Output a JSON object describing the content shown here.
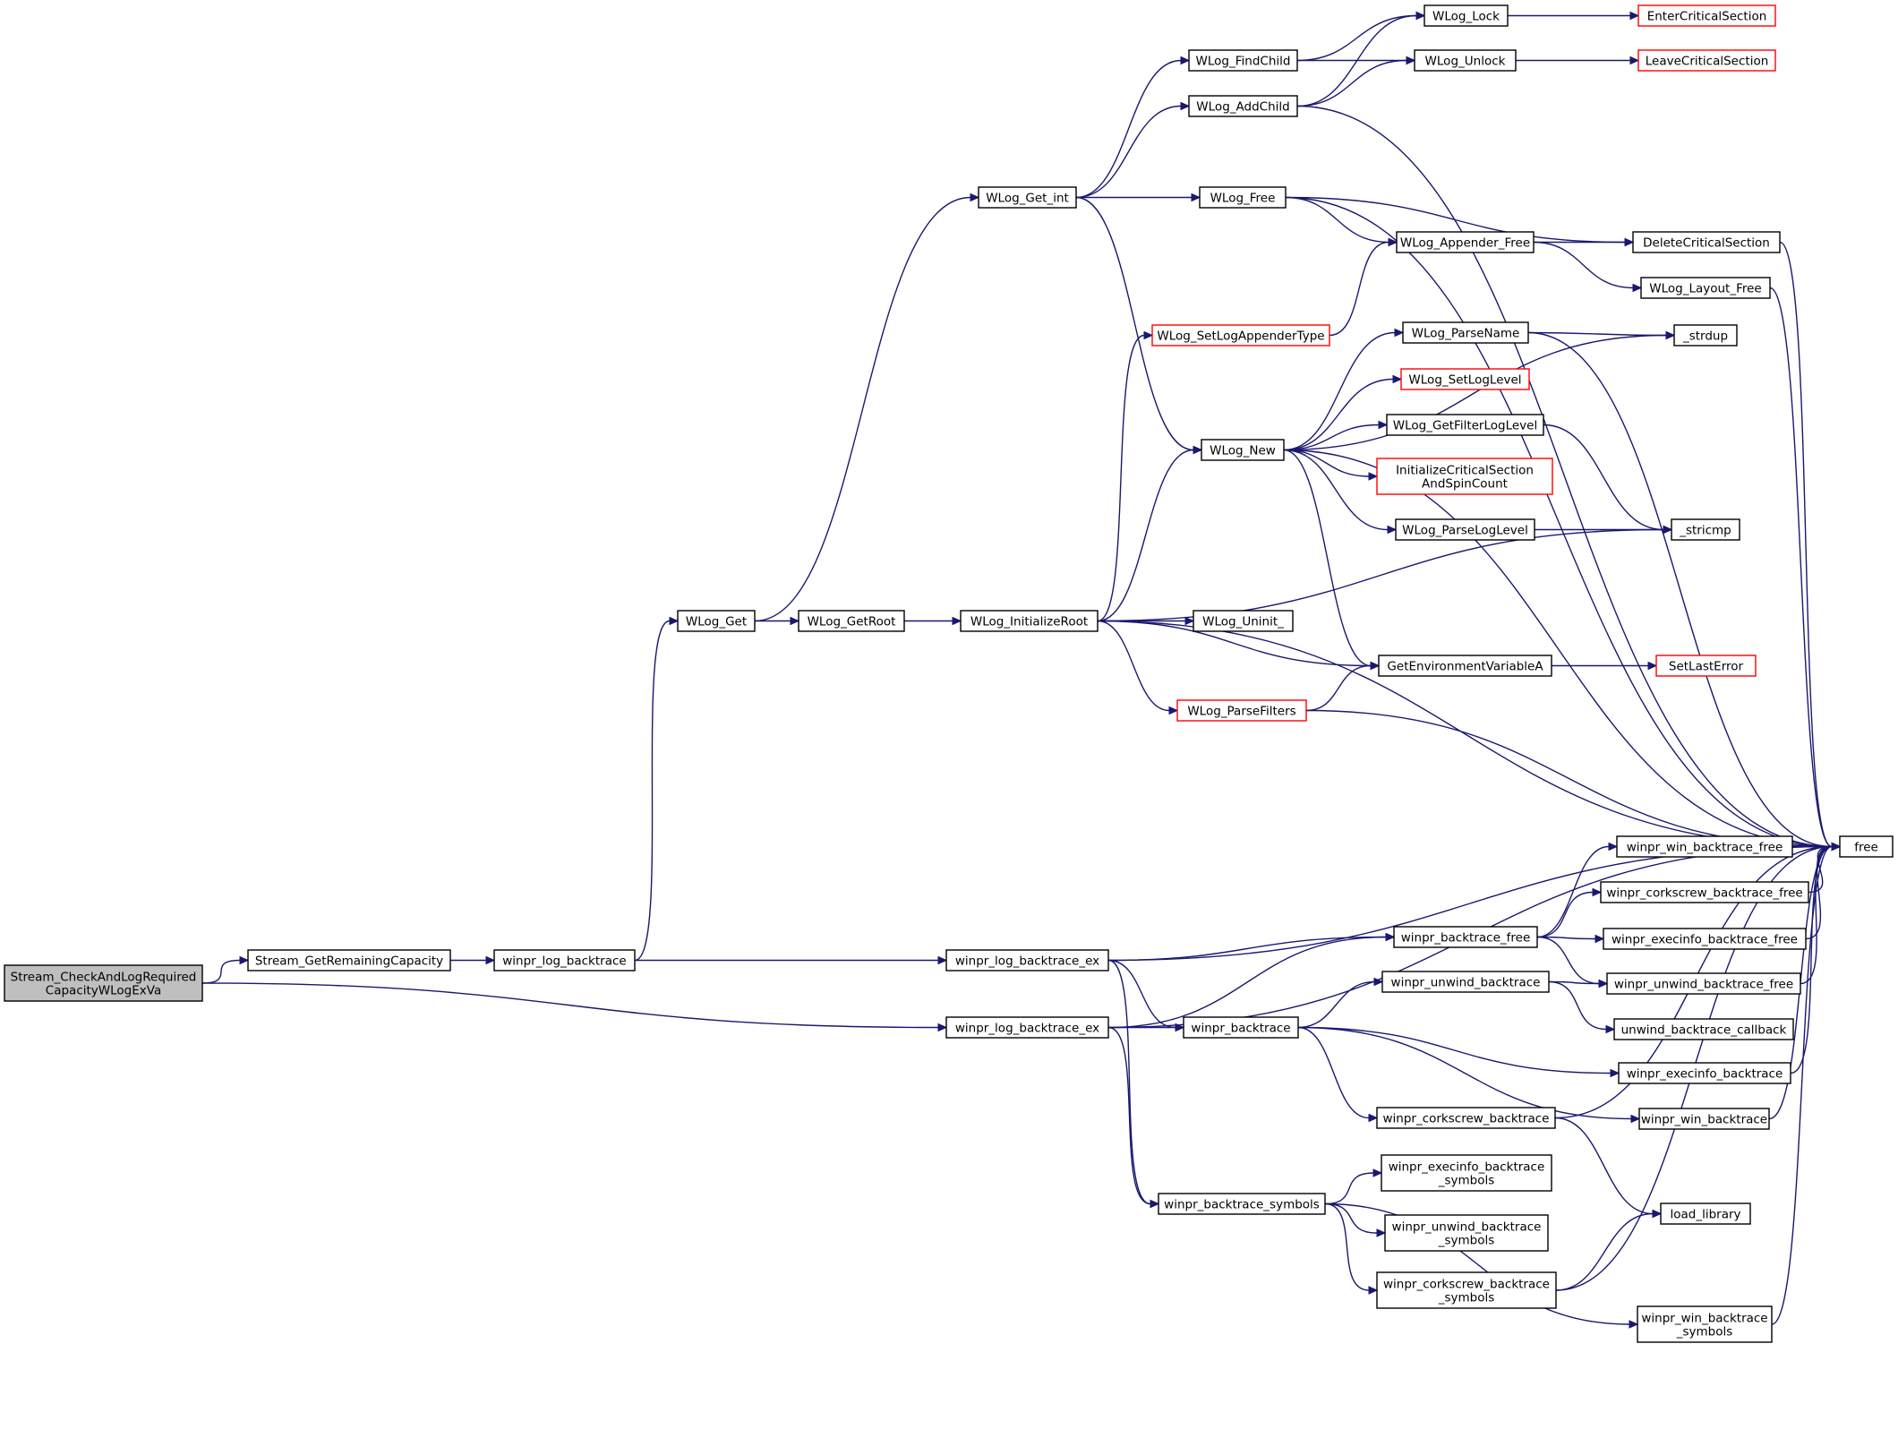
{
  "colors": {
    "edge": "#191970",
    "node_border": "#000000",
    "node_border_external": "#ff0000",
    "node_fill": "#ffffff",
    "root_fill": "#bfbfbf"
  },
  "nodes": [
    {
      "id": "root",
      "label": "Stream_CheckAndLogRequired\nCapacityWLogExVa",
      "style": "root"
    },
    {
      "id": "getrem",
      "label": "Stream_GetRemainingCapacity",
      "style": "normal"
    },
    {
      "id": "logbt",
      "label": "winpr_log_backtrace",
      "style": "normal"
    },
    {
      "id": "wlogget",
      "label": "WLog_Get",
      "style": "normal"
    },
    {
      "id": "getroot",
      "label": "WLog_GetRoot",
      "style": "normal"
    },
    {
      "id": "initroot",
      "label": "WLog_InitializeRoot",
      "style": "normal"
    },
    {
      "id": "getint",
      "label": "WLog_Get_int",
      "style": "normal"
    },
    {
      "id": "findchild",
      "label": "WLog_FindChild",
      "style": "normal"
    },
    {
      "id": "addchild",
      "label": "WLog_AddChild",
      "style": "normal"
    },
    {
      "id": "wfree",
      "label": "WLog_Free",
      "style": "normal"
    },
    {
      "id": "lock",
      "label": "WLog_Lock",
      "style": "normal"
    },
    {
      "id": "unlock",
      "label": "WLog_Unlock",
      "style": "normal"
    },
    {
      "id": "entercs",
      "label": "EnterCriticalSection",
      "style": "external"
    },
    {
      "id": "leavecs",
      "label": "LeaveCriticalSection",
      "style": "external"
    },
    {
      "id": "appfree",
      "label": "WLog_Appender_Free",
      "style": "normal"
    },
    {
      "id": "delcs",
      "label": "DeleteCriticalSection",
      "style": "normal"
    },
    {
      "id": "layoutfree",
      "label": "WLog_Layout_Free",
      "style": "normal"
    },
    {
      "id": "setapp",
      "label": "WLog_SetLogAppenderType",
      "style": "external"
    },
    {
      "id": "parsename",
      "label": "WLog_ParseName",
      "style": "normal"
    },
    {
      "id": "strdup",
      "label": "_strdup",
      "style": "normal"
    },
    {
      "id": "setlevel",
      "label": "WLog_SetLogLevel",
      "style": "external"
    },
    {
      "id": "wlognew",
      "label": "WLog_New",
      "style": "normal"
    },
    {
      "id": "getfilter",
      "label": "WLog_GetFilterLogLevel",
      "style": "normal"
    },
    {
      "id": "initcs",
      "label": "InitializeCriticalSection\nAndSpinCount",
      "style": "external"
    },
    {
      "id": "parselevel",
      "label": "WLog_ParseLogLevel",
      "style": "normal"
    },
    {
      "id": "stricmp",
      "label": "_stricmp",
      "style": "normal"
    },
    {
      "id": "uninit",
      "label": "WLog_Uninit_",
      "style": "normal"
    },
    {
      "id": "getenv",
      "label": "GetEnvironmentVariableA",
      "style": "normal"
    },
    {
      "id": "setlasterr",
      "label": "SetLastError",
      "style": "external"
    },
    {
      "id": "parsefilters",
      "label": "WLog_ParseFilters",
      "style": "external"
    },
    {
      "id": "free",
      "label": "free",
      "style": "normal"
    },
    {
      "id": "winbtfree",
      "label": "winpr_win_backtrace_free",
      "style": "normal"
    },
    {
      "id": "corkbtfree",
      "label": "winpr_corkscrew_backtrace_free",
      "style": "normal"
    },
    {
      "id": "btfree",
      "label": "winpr_backtrace_free",
      "style": "normal"
    },
    {
      "id": "execbtfree",
      "label": "winpr_execinfo_backtrace_free",
      "style": "normal"
    },
    {
      "id": "logbtex1",
      "label": "winpr_log_backtrace_ex",
      "style": "normal"
    },
    {
      "id": "unwbt",
      "label": "winpr_unwind_backtrace",
      "style": "normal"
    },
    {
      "id": "unwbtfree",
      "label": "winpr_unwind_backtrace_free",
      "style": "normal"
    },
    {
      "id": "logbtex2",
      "label": "winpr_log_backtrace_ex",
      "style": "normal"
    },
    {
      "id": "bt",
      "label": "winpr_backtrace",
      "style": "normal"
    },
    {
      "id": "unwcb",
      "label": "unwind_backtrace_callback",
      "style": "normal"
    },
    {
      "id": "execbt",
      "label": "winpr_execinfo_backtrace",
      "style": "normal"
    },
    {
      "id": "corkbt",
      "label": "winpr_corkscrew_backtrace",
      "style": "normal"
    },
    {
      "id": "winbt",
      "label": "winpr_win_backtrace",
      "style": "normal"
    },
    {
      "id": "execsym",
      "label": "winpr_execinfo_backtrace\n_symbols",
      "style": "normal"
    },
    {
      "id": "btsym",
      "label": "winpr_backtrace_symbols",
      "style": "normal"
    },
    {
      "id": "loadlib",
      "label": "load_library",
      "style": "normal"
    },
    {
      "id": "unwsym",
      "label": "winpr_unwind_backtrace\n_symbols",
      "style": "normal"
    },
    {
      "id": "corksym",
      "label": "winpr_corkscrew_backtrace\n_symbols",
      "style": "normal"
    },
    {
      "id": "winsym",
      "label": "winpr_win_backtrace\n_symbols",
      "style": "normal"
    }
  ],
  "edges": [
    [
      "root",
      "getrem"
    ],
    [
      "root",
      "logbtex2"
    ],
    [
      "getrem",
      "logbt"
    ],
    [
      "logbt",
      "wlogget"
    ],
    [
      "logbt",
      "logbtex1"
    ],
    [
      "wlogget",
      "getroot"
    ],
    [
      "wlogget",
      "getint"
    ],
    [
      "getroot",
      "initroot"
    ],
    [
      "getint",
      "findchild"
    ],
    [
      "getint",
      "addchild"
    ],
    [
      "getint",
      "wfree"
    ],
    [
      "getint",
      "wlognew"
    ],
    [
      "findchild",
      "lock"
    ],
    [
      "findchild",
      "unlock"
    ],
    [
      "addchild",
      "lock"
    ],
    [
      "addchild",
      "unlock"
    ],
    [
      "addchild",
      "free"
    ],
    [
      "lock",
      "entercs"
    ],
    [
      "unlock",
      "leavecs"
    ],
    [
      "wfree",
      "delcs"
    ],
    [
      "wfree",
      "appfree"
    ],
    [
      "wfree",
      "free"
    ],
    [
      "appfree",
      "delcs"
    ],
    [
      "appfree",
      "layoutfree"
    ],
    [
      "delcs",
      "free"
    ],
    [
      "layoutfree",
      "free"
    ],
    [
      "setapp",
      "appfree"
    ],
    [
      "initroot",
      "setapp"
    ],
    [
      "initroot",
      "wlognew"
    ],
    [
      "initroot",
      "stricmp"
    ],
    [
      "initroot",
      "uninit"
    ],
    [
      "initroot",
      "getenv"
    ],
    [
      "initroot",
      "parsefilters"
    ],
    [
      "initroot",
      "free"
    ],
    [
      "wlognew",
      "strdup"
    ],
    [
      "wlognew",
      "parsename"
    ],
    [
      "wlognew",
      "setlevel"
    ],
    [
      "wlognew",
      "getfilter"
    ],
    [
      "wlognew",
      "initcs"
    ],
    [
      "wlognew",
      "parselevel"
    ],
    [
      "wlognew",
      "getenv"
    ],
    [
      "wlognew",
      "free"
    ],
    [
      "parsename",
      "strdup"
    ],
    [
      "parsename",
      "free"
    ],
    [
      "getfilter",
      "stricmp"
    ],
    [
      "parselevel",
      "stricmp"
    ],
    [
      "getenv",
      "setlasterr"
    ],
    [
      "parsefilters",
      "getenv"
    ],
    [
      "parsefilters",
      "free"
    ],
    [
      "logbtex1",
      "free"
    ],
    [
      "logbtex1",
      "btfree"
    ],
    [
      "logbtex1",
      "bt"
    ],
    [
      "logbtex1",
      "btsym"
    ],
    [
      "logbtex2",
      "btfree"
    ],
    [
      "logbtex2",
      "bt"
    ],
    [
      "logbtex2",
      "btsym"
    ],
    [
      "logbtex2",
      "free"
    ],
    [
      "btfree",
      "winbtfree"
    ],
    [
      "btfree",
      "corkbtfree"
    ],
    [
      "btfree",
      "execbtfree"
    ],
    [
      "btfree",
      "unwbtfree"
    ],
    [
      "winbtfree",
      "free"
    ],
    [
      "corkbtfree",
      "free"
    ],
    [
      "execbtfree",
      "free"
    ],
    [
      "unwbtfree",
      "free"
    ],
    [
      "bt",
      "unwbt"
    ],
    [
      "bt",
      "execbt"
    ],
    [
      "bt",
      "winbt"
    ],
    [
      "bt",
      "corkbt"
    ],
    [
      "unwbt",
      "unwbtfree"
    ],
    [
      "unwbt",
      "unwcb"
    ],
    [
      "execbt",
      "free"
    ],
    [
      "winbt",
      "free"
    ],
    [
      "corkbt",
      "free"
    ],
    [
      "corkbt",
      "loadlib"
    ],
    [
      "btsym",
      "execsym"
    ],
    [
      "btsym",
      "unwsym"
    ],
    [
      "btsym",
      "corksym"
    ],
    [
      "btsym",
      "winsym"
    ],
    [
      "corksym",
      "loadlib"
    ],
    [
      "corksym",
      "free"
    ],
    [
      "winsym",
      "free"
    ]
  ]
}
